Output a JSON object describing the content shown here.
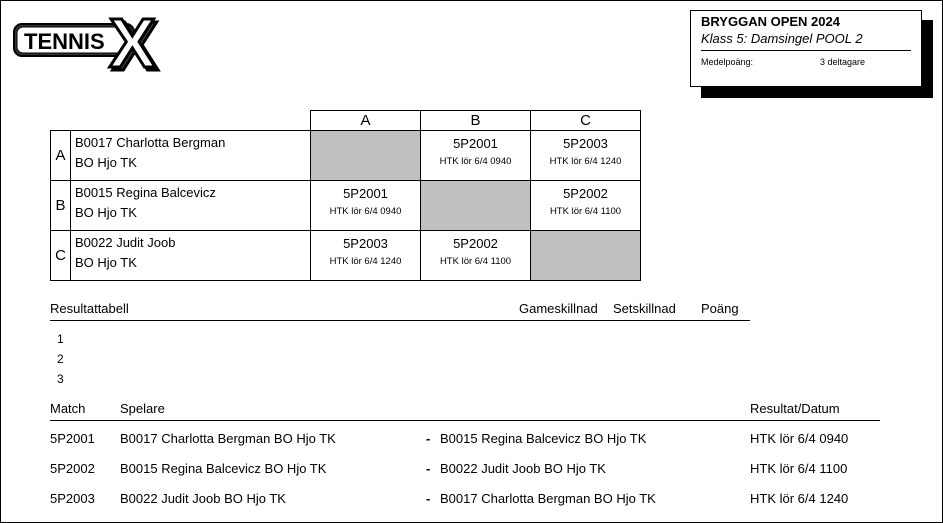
{
  "logo": {
    "text": "TENNIS",
    "mark": "X"
  },
  "info": {
    "title": "BRYGGAN OPEN 2024",
    "subtitle": "Klass 5: Damsingel POOL 2",
    "avg_label": "Medelpoäng:",
    "participants": "3 deltagare"
  },
  "pool": {
    "columns": [
      "A",
      "B",
      "C"
    ],
    "rows": [
      {
        "label": "A",
        "name": "B0017 Charlotta Bergman",
        "club": "BO Hjo TK",
        "cells": [
          null,
          {
            "code": "5P2001",
            "info": "HTK lör 6/4 0940"
          },
          {
            "code": "5P2003",
            "info": "HTK lör 6/4 1240"
          }
        ]
      },
      {
        "label": "B",
        "name": "B0015 Regina Balcevicz",
        "club": "BO Hjo TK",
        "cells": [
          {
            "code": "5P2001",
            "info": "HTK lör 6/4 0940"
          },
          null,
          {
            "code": "5P2002",
            "info": "HTK lör 6/4 1100"
          }
        ]
      },
      {
        "label": "C",
        "name": "B0022 Judit Joob",
        "club": "BO Hjo TK",
        "cells": [
          {
            "code": "5P2003",
            "info": "HTK lör 6/4 1240"
          },
          {
            "code": "5P2002",
            "info": "HTK lör 6/4 1100"
          },
          null
        ]
      }
    ]
  },
  "results": {
    "label": "Resultattabell",
    "headers": {
      "games": "Gameskillnad",
      "sets": "Setskillnad",
      "points": "Poäng"
    },
    "ranks": [
      "1",
      "2",
      "3"
    ]
  },
  "matches": {
    "headers": {
      "match": "Match",
      "players": "Spelare",
      "result": "Resultat/Datum"
    },
    "separator": "-",
    "rows": [
      {
        "code": "5P2001",
        "p1": "B0017 Charlotta Bergman BO Hjo TK",
        "p2": "B0015 Regina Balcevicz BO Hjo TK",
        "result": "HTK lör 6/4 0940"
      },
      {
        "code": "5P2002",
        "p1": "B0015 Regina Balcevicz BO Hjo TK",
        "p2": "B0022 Judit Joob BO Hjo TK",
        "result": "HTK lör 6/4 1100"
      },
      {
        "code": "5P2003",
        "p1": "B0022 Judit Joob BO Hjo TK",
        "p2": "B0017 Charlotta Bergman BO Hjo TK",
        "result": "HTK lör 6/4 1240"
      }
    ]
  }
}
